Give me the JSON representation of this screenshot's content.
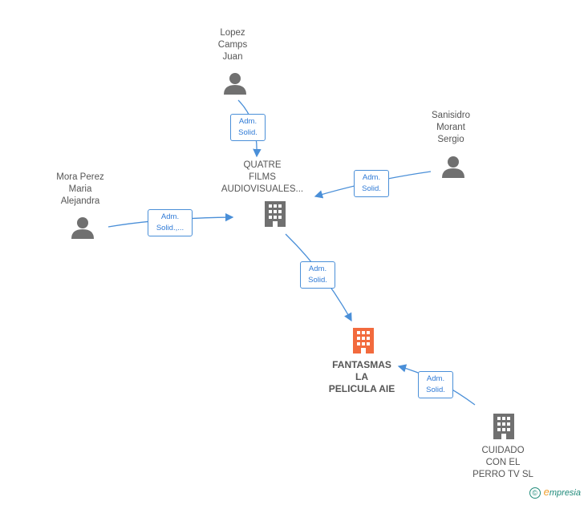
{
  "colors": {
    "edge": "#4a8fd8",
    "node_gray": "#707070",
    "node_main": "#f26a3d"
  },
  "nodes": {
    "lopez": {
      "label": "Lopez\nCamps\nJuan",
      "type": "person-icon"
    },
    "quatre": {
      "label": "QUATRE\nFILMS\nAUDIOVISUALES...",
      "type": "building-icon"
    },
    "sanisidro": {
      "label": "Sanisidro\nMorant\nSergio",
      "type": "person-icon"
    },
    "mora": {
      "label": "Mora Perez\nMaria\nAlejandra",
      "type": "person-icon"
    },
    "fantasmas": {
      "label": "FANTASMAS\nLA\nPELICULA AIE",
      "type": "building-icon"
    },
    "cuidado": {
      "label": "CUIDADO\nCON EL\nPERRO TV  SL",
      "type": "building-icon"
    }
  },
  "edges": {
    "lopez_quatre": "Adm.\nSolid.",
    "sanisidro_quatre": "Adm.\nSolid.",
    "mora_quatre": "Adm.\nSolid.,...",
    "quatre_fantasmas": "Adm.\nSolid.",
    "cuidado_fantasmas": "Adm.\nSolid."
  },
  "footer": {
    "copyright": "©",
    "brand_e": "e",
    "brand_rest": "mpresia"
  }
}
